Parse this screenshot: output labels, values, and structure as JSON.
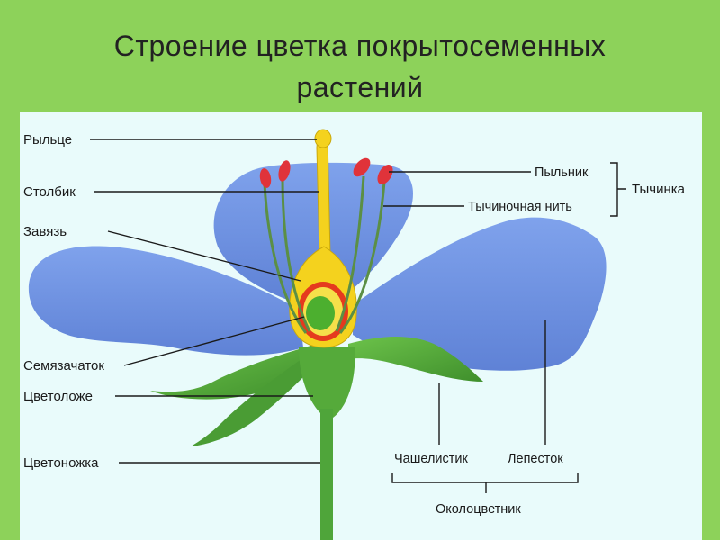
{
  "title": {
    "line1": "Строение цветка покрытосеменных",
    "line2": "растений"
  },
  "labels": {
    "stigma": "Рыльце",
    "style": "Столбик",
    "ovary": "Завязь",
    "ovule": "Семязачаток",
    "receptacle": "Цветоложе",
    "pedicel": "Цветоножка",
    "anther": "Пыльник",
    "filament": "Тычиночная нить",
    "stamen": "Тычинка",
    "sepal": "Чашелистик",
    "petal": "Лепесток",
    "perianth": "Околоцветник"
  },
  "colors": {
    "background": "#8dd25a",
    "panel": "#e9fbfb",
    "petal": "#6f93e0",
    "sepal": "#4fa53a",
    "pistil": "#f4d21e",
    "ovary_wall": "#e53a1e",
    "ovule": "#4caf2f",
    "anther": "#e0333a"
  }
}
